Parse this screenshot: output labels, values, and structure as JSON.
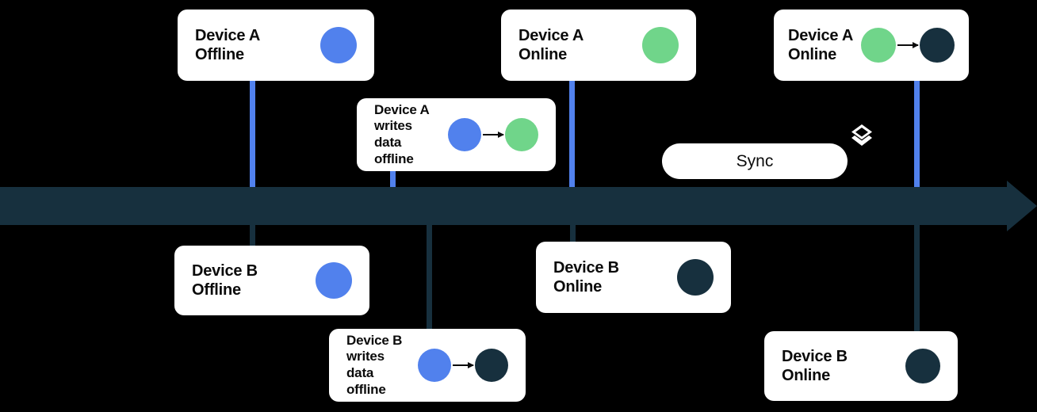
{
  "palette": {
    "background": "#000000",
    "card": "#FFFFFF",
    "navy": "#17303E",
    "blue": "#5181ED",
    "green": "#70D58A",
    "text": "#0B0B0B"
  },
  "timeline": {
    "name": "timeline-axis",
    "direction": "left-to-right",
    "color": "#17303E"
  },
  "sync": {
    "label": "Sync",
    "icon": "layers-icon"
  },
  "cards": {
    "device_a_offline": {
      "label": "Device A\nOffline",
      "dots": [
        "blue"
      ]
    },
    "device_a_writes": {
      "label": "Device A\nwrites\ndata\noffline",
      "dots": [
        "blue",
        "green"
      ],
      "arrow": true
    },
    "device_a_online": {
      "label": "Device A\nOnline",
      "dots": [
        "green"
      ]
    },
    "device_a_online_synced": {
      "label": "Device A\nOnline",
      "dots": [
        "green",
        "navy"
      ],
      "arrow": true
    },
    "device_b_offline": {
      "label": "Device B\nOffline",
      "dots": [
        "blue"
      ]
    },
    "device_b_writes": {
      "label": "Device B\nwrites\ndata\noffline",
      "dots": [
        "blue",
        "navy"
      ],
      "arrow": true
    },
    "device_b_online": {
      "label": "Device B\nOnline",
      "dots": [
        "navy"
      ]
    },
    "device_b_online_synced": {
      "label": "Device B\nOnline",
      "dots": [
        "navy"
      ]
    }
  }
}
